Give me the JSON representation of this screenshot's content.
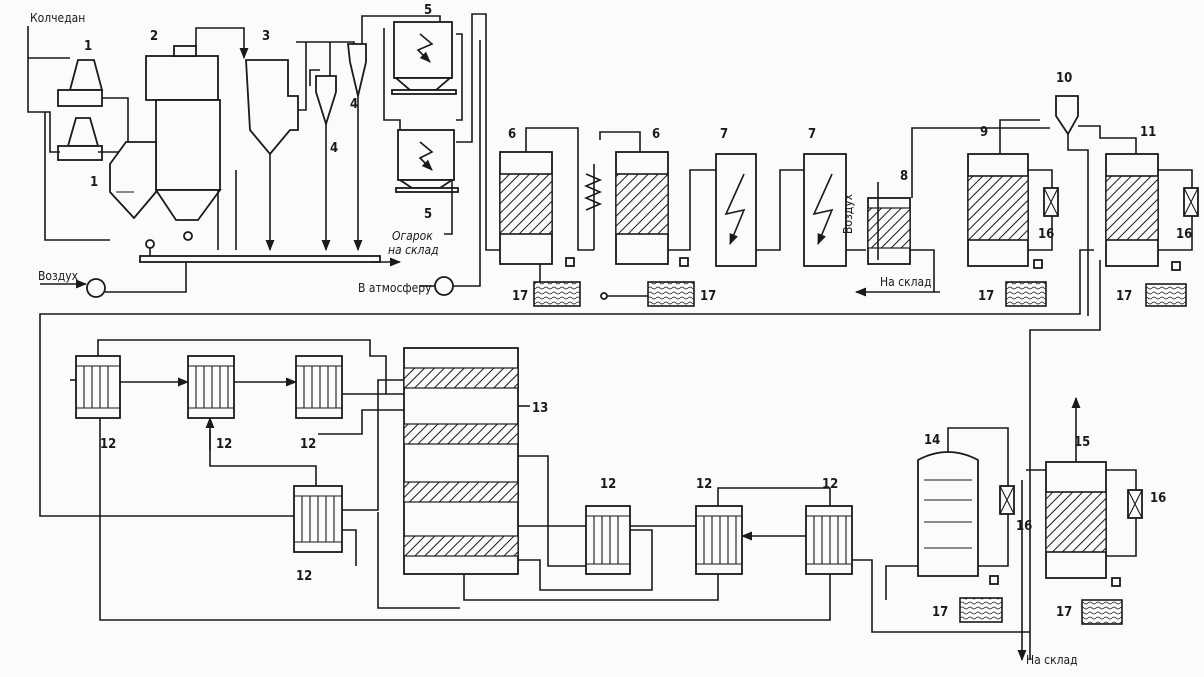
{
  "labels": {
    "pyrite": "Колчедан",
    "air_in": "Воздух",
    "air_vertical": "Воздух",
    "cinder_line1": "Огарок",
    "cinder_line2": "на склад",
    "atmosphere": "В атмосферу",
    "to_storage_1": "На склад",
    "to_storage_2": "На склад"
  },
  "numbers": {
    "n1a": "1",
    "n1b": "1",
    "n2": "2",
    "n3": "3",
    "n4a": "4",
    "n4b": "4",
    "n5a": "5",
    "n5b": "5",
    "n6a": "6",
    "n6b": "6",
    "n7a": "7",
    "n7b": "7",
    "n8": "8",
    "n9": "9",
    "n10": "10",
    "n11": "11",
    "n12a": "12",
    "n12b": "12",
    "n12c": "12",
    "n12d": "12",
    "n12e": "12",
    "n12f": "12",
    "n12g": "12",
    "n13": "13",
    "n14": "14",
    "n15": "15",
    "n16a": "16",
    "n16b": "16",
    "n16c": "16",
    "n16d": "16",
    "n17a": "17",
    "n17b": "17",
    "n17c": "17",
    "n17d": "17",
    "n17e": "17",
    "n17f": "17"
  }
}
